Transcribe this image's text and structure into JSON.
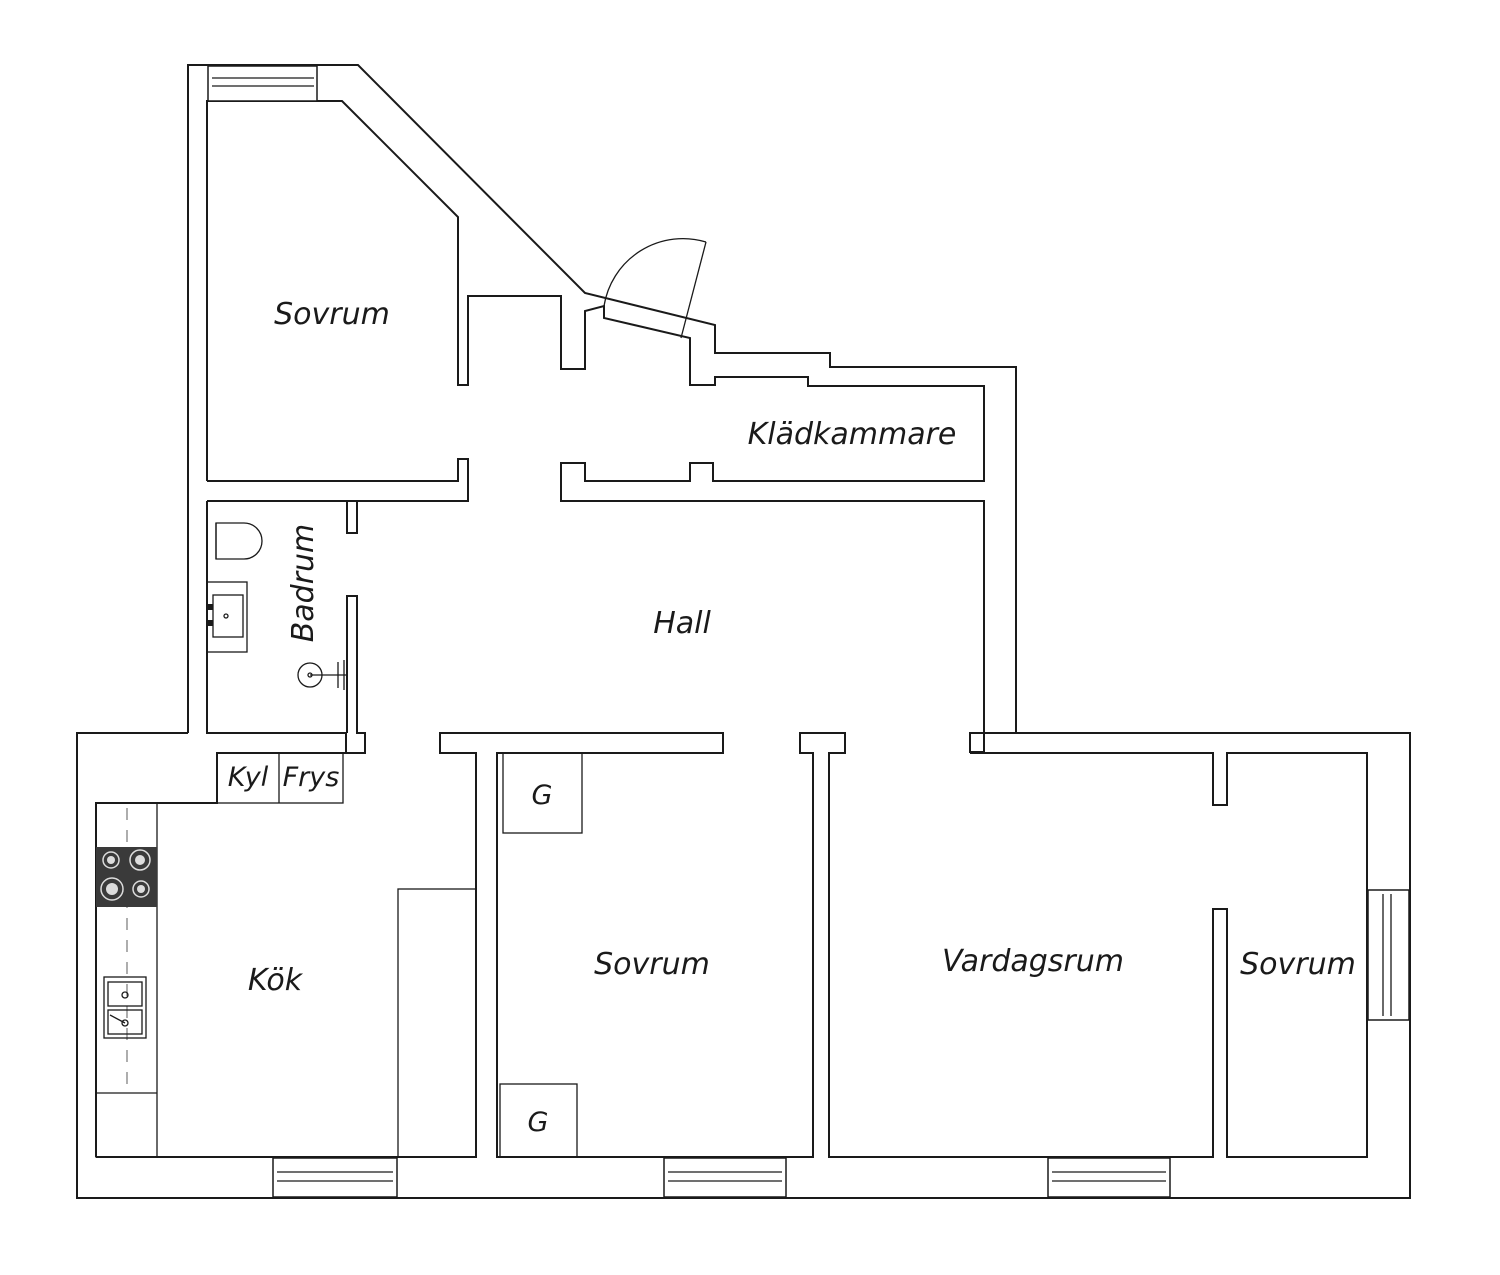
{
  "rooms": {
    "sovrum_top": "Sovrum",
    "kladkammare": "Klädkammare",
    "badrum": "Badrum",
    "hall": "Hall",
    "kok": "Kök",
    "sovrum_middle": "Sovrum",
    "vardagsrum": "Vardagsrum",
    "sovrum_right": "Sovrum"
  },
  "appliances": {
    "kyl": "Kyl",
    "frys": "Frys",
    "g_top": "G",
    "g_bottom": "G"
  },
  "colors": {
    "line": "#1a1a1a",
    "stove": "#3a3a3a",
    "background": "#ffffff"
  }
}
